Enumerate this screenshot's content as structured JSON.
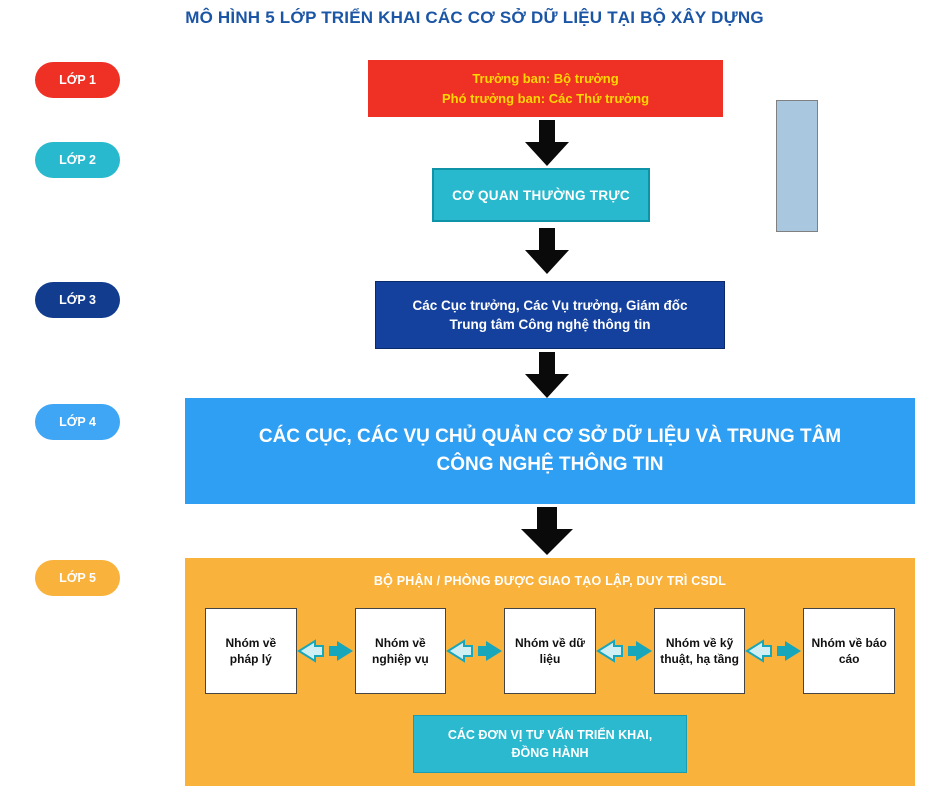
{
  "title": "MÔ HÌNH 5 LỚP TRIỂN KHAI CÁC CƠ SỞ DỮ LIỆU TẠI BỘ XÂY DỰNG",
  "layer_pills": [
    "LỚP 1",
    "LỚP 2",
    "LỚP 3",
    "LỚP 4",
    "LỚP 5"
  ],
  "colors": {
    "title_blue": "#1b55a5",
    "red": "#ee3124",
    "yellow_text": "#ffd800",
    "cyan": "#29b9ce",
    "navy": "#14419e",
    "bright_blue": "#2f9ff3",
    "orange": "#f9b23c",
    "teal_arrow": "#18a6bb",
    "black_arrow": "#0a0a0a"
  },
  "flow": {
    "level1": {
      "lines": [
        "Trưởng ban: Bộ trưởng",
        "Phó trưởng ban: Các Thứ trưởng"
      ]
    },
    "level2": {
      "label": "CƠ QUAN THƯỜNG TRỰC"
    },
    "level3": {
      "lines": [
        "Các Cục trưởng, Các Vụ trưởng, Giám đốc",
        "Trung tâm Công nghệ thông tin"
      ]
    },
    "level4": {
      "lines": [
        "CÁC CỤC, CÁC VỤ CHỦ QUẢN CƠ SỞ DỮ LIỆU VÀ TRUNG TÂM",
        "CÔNG NGHỆ THÔNG TIN"
      ]
    },
    "level5": {
      "header": "BỘ PHẬN / PHÒNG ĐƯỢC GIAO TẠO LẬP, DUY TRÌ CSDL",
      "groups": [
        "Nhóm về pháp lý",
        "Nhóm về nghiệp vụ",
        "Nhóm về dữ liệu",
        "Nhóm về kỹ thuật, hạ tầng",
        "Nhóm về báo cáo"
      ],
      "consultant": {
        "lines": [
          "CÁC ĐƠN VỊ TƯ VẤN TRIỂN KHAI,",
          "ĐỒNG HÀNH"
        ]
      }
    }
  }
}
